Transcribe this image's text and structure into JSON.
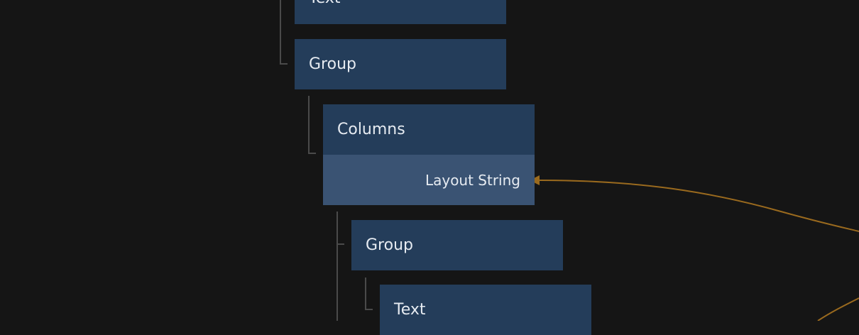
{
  "nodes": [
    {
      "id": "text-top",
      "label": "Text"
    },
    {
      "id": "group-1",
      "label": "Group"
    },
    {
      "id": "columns",
      "label": "Columns"
    },
    {
      "id": "group-2",
      "label": "Group"
    },
    {
      "id": "text-bottom",
      "label": "Text"
    }
  ],
  "ports": {
    "layout_string": "Layout String"
  },
  "colors": {
    "background": "#151515",
    "node": "#243d5a",
    "port": "#3a5373",
    "text": "#e6ebf1",
    "tree_line": "#4a4a4a",
    "wire": "#9a6a1e"
  }
}
